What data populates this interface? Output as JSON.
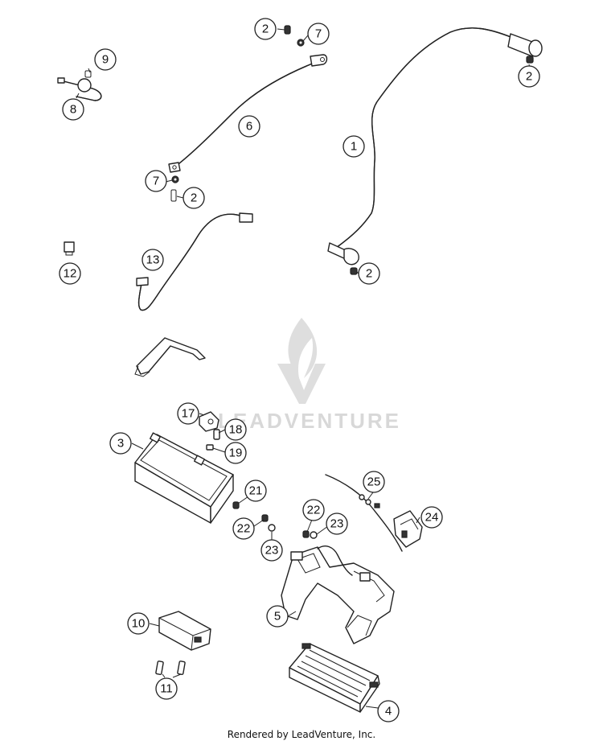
{
  "watermark": {
    "text": "LEADVENTURE"
  },
  "footer": {
    "text": "Rendered by LeadVenture, Inc."
  },
  "parts": [
    {
      "id": "part-1",
      "label": "1",
      "icon": "main-cable-icon"
    },
    {
      "id": "part-2",
      "label": "2",
      "icon": "screw-icon"
    },
    {
      "id": "part-3",
      "label": "3",
      "icon": "battery-icon"
    },
    {
      "id": "part-4",
      "label": "4",
      "icon": "voltage-regulator-icon"
    },
    {
      "id": "part-5",
      "label": "5",
      "icon": "bracket-icon"
    },
    {
      "id": "part-6",
      "label": "6",
      "icon": "ground-cable-icon"
    },
    {
      "id": "part-7",
      "label": "7",
      "icon": "washer-icon"
    },
    {
      "id": "part-8",
      "label": "8",
      "icon": "connector-cable-icon"
    },
    {
      "id": "part-9",
      "label": "9",
      "icon": "small-screw-icon"
    },
    {
      "id": "part-10",
      "label": "10",
      "icon": "cover-icon"
    },
    {
      "id": "part-11",
      "label": "11",
      "icon": "bolt-icon"
    },
    {
      "id": "part-12",
      "label": "12",
      "icon": "relay-icon"
    },
    {
      "id": "part-13",
      "label": "13",
      "icon": "battery-cable-icon"
    },
    {
      "id": "part-17",
      "label": "17",
      "icon": "terminal-icon"
    },
    {
      "id": "part-18",
      "label": "18",
      "icon": "terminal-screw-icon"
    },
    {
      "id": "part-19",
      "label": "19",
      "icon": "nut-icon"
    },
    {
      "id": "part-21",
      "label": "21",
      "icon": "screw-icon"
    },
    {
      "id": "part-22",
      "label": "22",
      "icon": "screw-icon"
    },
    {
      "id": "part-23",
      "label": "23",
      "icon": "washer-icon"
    },
    {
      "id": "part-24",
      "label": "24",
      "icon": "starter-relay-icon"
    },
    {
      "id": "part-25",
      "label": "25",
      "icon": "cable-tie-icon"
    }
  ]
}
